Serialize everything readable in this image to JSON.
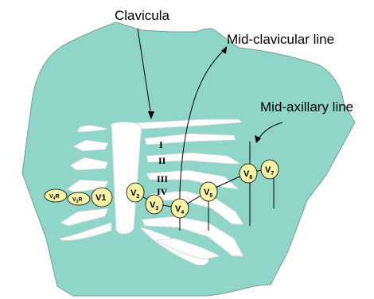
{
  "labels": {
    "clavicula": "Clavicula",
    "mid_clavicular_line": "Mid-clavicular line",
    "mid_axillary_line": "Mid-axillary line"
  },
  "intercostal_spaces": [
    "I",
    "II",
    "III",
    "IV"
  ],
  "electrodes": [
    {
      "id": "V4R",
      "main": "V",
      "sub": "4",
      "suffix": "R"
    },
    {
      "id": "V3R",
      "main": "V",
      "sub": "3",
      "suffix": "R"
    },
    {
      "id": "V1",
      "main": "V1",
      "sub": "",
      "suffix": ""
    },
    {
      "id": "V2",
      "main": "V",
      "sub": "2",
      "suffix": ""
    },
    {
      "id": "V3",
      "main": "V",
      "sub": "3",
      "suffix": ""
    },
    {
      "id": "V4",
      "main": "V",
      "sub": "4",
      "suffix": ""
    },
    {
      "id": "V5",
      "main": "V",
      "sub": "5",
      "suffix": ""
    },
    {
      "id": "V6",
      "main": "V",
      "sub": "6",
      "suffix": ""
    },
    {
      "id": "V7",
      "main": "V",
      "sub": "7",
      "suffix": ""
    }
  ],
  "colors": {
    "torso": "#8fd6c8",
    "electrode": "#f7f3a6",
    "bone": "#ffffff",
    "line": "#000000"
  }
}
